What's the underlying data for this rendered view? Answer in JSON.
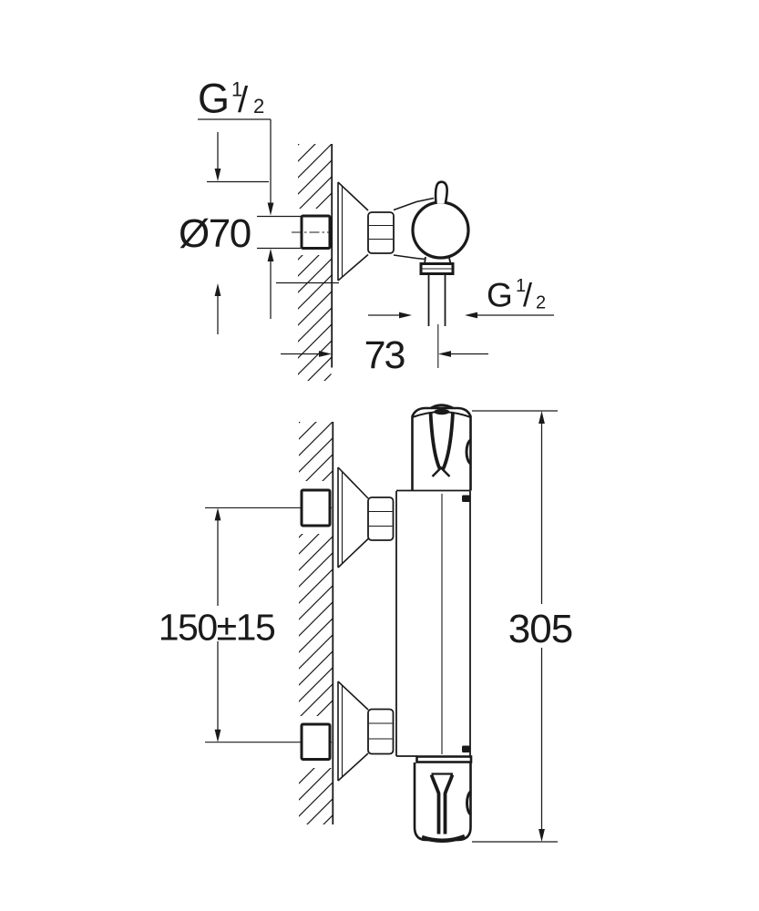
{
  "colors": {
    "background": "#ffffff",
    "line": "#1a1a1a"
  },
  "side_view": {
    "thread_label_top": {
      "g": "G",
      "num": "1",
      "slash": "/",
      "den": "2"
    },
    "escutcheon_diameter": "Ø70",
    "thread_label_outlet": {
      "g": "G",
      "num": "1",
      "slash": "/",
      "den": "2"
    },
    "wall_to_outlet_distance": "73"
  },
  "front_view": {
    "connection_spacing": "150±15",
    "overall_length": "305"
  }
}
